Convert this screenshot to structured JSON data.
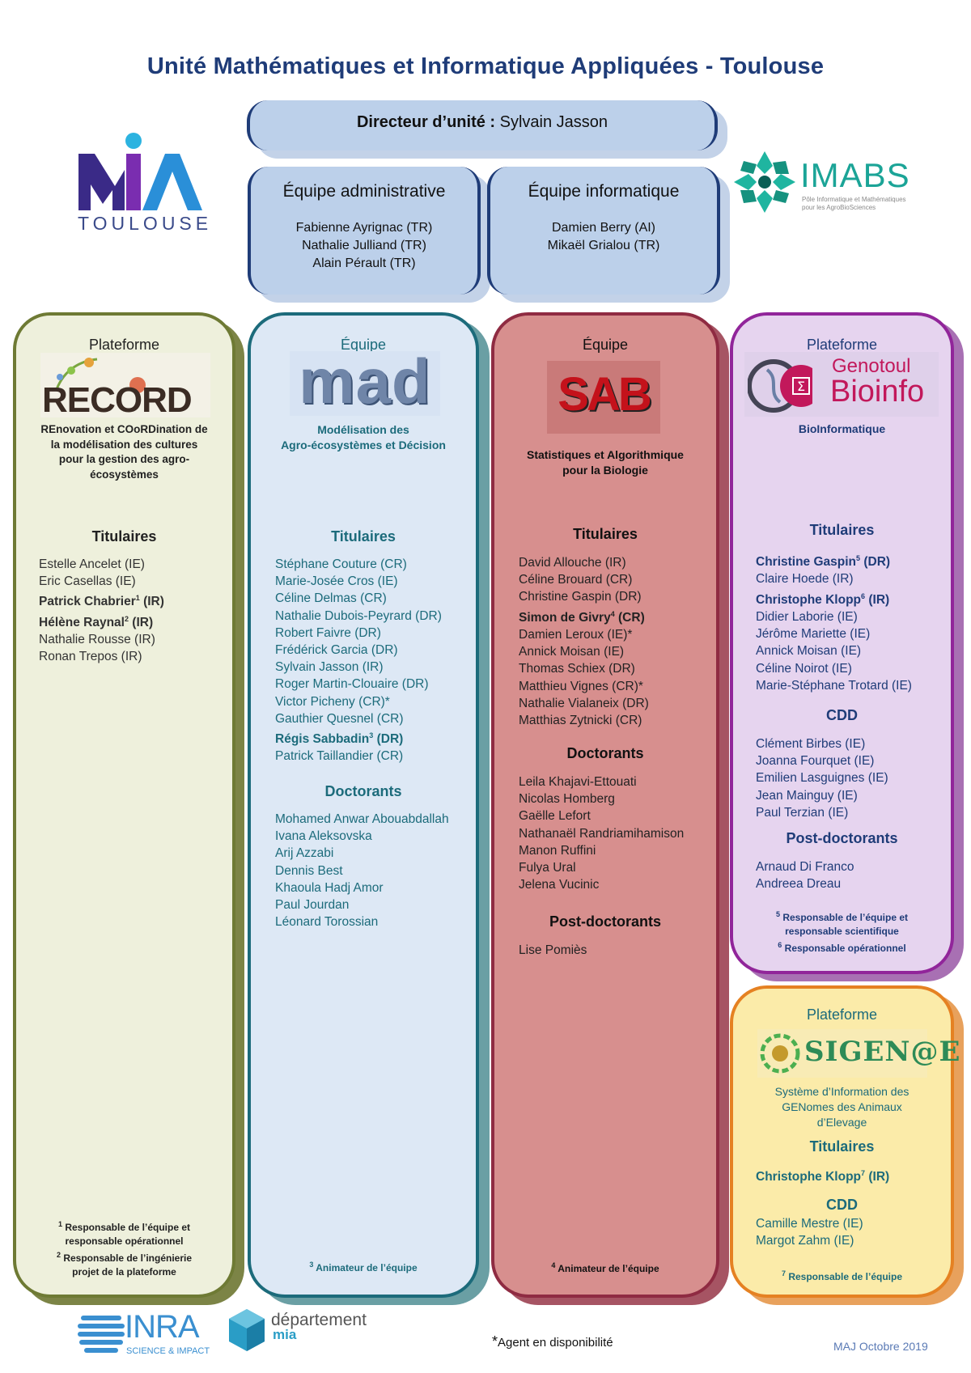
{
  "title": "Unité  Mathématiques et Informatique Appliquées - Toulouse",
  "director": {
    "label": "Directeur d’unité :",
    "name": "Sylvain Jasson"
  },
  "admin": {
    "heading": "Équipe administrative",
    "members": [
      "Fabienne Ayrignac (TR)",
      "Nathalie Julliand (TR)",
      "Alain Pérault (TR)"
    ]
  },
  "it": {
    "heading": "Équipe informatique",
    "members": [
      "Damien Berry (AI)",
      "Mikaël Grialou (TR)"
    ]
  },
  "logos": {
    "mia": {
      "text": "MIA",
      "subtext": "TOULOUSE"
    },
    "imabs": {
      "text": "IMABS",
      "subtext1": "Pôle Informatique et Mathématiques",
      "subtext2": "pour les AgroBioSciences"
    },
    "inra": {
      "text": "INRA",
      "subtext": "SCIENCE & IMPACT"
    },
    "dept": {
      "text1": "département",
      "text2": "mia"
    }
  },
  "record": {
    "type": "Plateforme",
    "logo_text": "RECORD",
    "description": [
      "REnovation et COoRDination de",
      "la modélisation des cultures",
      "pour la gestion des agro-",
      "écosystèmes"
    ],
    "titulaires_heading": "Titulaires",
    "titulaires": [
      {
        "name": "Estelle Ancelet (IE)",
        "bold": false,
        "sup": "",
        "suffix": ""
      },
      {
        "name": "Eric Casellas (IE)",
        "bold": false,
        "sup": "",
        "suffix": ""
      },
      {
        "name": "Patrick Chabrier",
        "bold": true,
        "sup": "1",
        "suffix": " (IR)"
      },
      {
        "name": "Hélène Raynal",
        "bold": true,
        "sup": "2",
        "suffix": " (IR)"
      },
      {
        "name": "Nathalie Rousse (IR)",
        "bold": false,
        "sup": "",
        "suffix": ""
      },
      {
        "name": "Ronan Trepos (IR)",
        "bold": false,
        "sup": "",
        "suffix": ""
      }
    ],
    "footnotes": [
      {
        "sup": "1",
        "text": " Responsable de l’équipe et"
      },
      {
        "sup": "",
        "text": "responsable opérationnel"
      },
      {
        "sup": "2",
        "text": " Responsable de l’ingénierie"
      },
      {
        "sup": "",
        "text": "projet de la plateforme"
      }
    ]
  },
  "mad": {
    "type": "Équipe",
    "logo_text": "mad",
    "description": [
      "Modélisation des",
      "Agro-écosystèmes et Décision"
    ],
    "titulaires_heading": "Titulaires",
    "titulaires": [
      {
        "name": "Stéphane Couture (CR)",
        "bold": false,
        "sup": "",
        "suffix": ""
      },
      {
        "name": "Marie-Josée Cros (IE)",
        "bold": false,
        "sup": "",
        "suffix": ""
      },
      {
        "name": "Céline Delmas (CR)",
        "bold": false,
        "sup": "",
        "suffix": ""
      },
      {
        "name": "Nathalie Dubois-Peyrard (DR)",
        "bold": false,
        "sup": "",
        "suffix": ""
      },
      {
        "name": "Robert Faivre (DR)",
        "bold": false,
        "sup": "",
        "suffix": ""
      },
      {
        "name": "Frédérick Garcia (DR)",
        "bold": false,
        "sup": "",
        "suffix": ""
      },
      {
        "name": "Sylvain Jasson (IR)",
        "bold": false,
        "sup": "",
        "suffix": ""
      },
      {
        "name": "Roger Martin-Clouaire (DR)",
        "bold": false,
        "sup": "",
        "suffix": ""
      },
      {
        "name": "Victor Picheny (CR)*",
        "bold": false,
        "sup": "",
        "suffix": ""
      },
      {
        "name": "Gauthier Quesnel (CR)",
        "bold": false,
        "sup": "",
        "suffix": ""
      },
      {
        "name": "Régis Sabbadin",
        "bold": true,
        "sup": "3",
        "suffix": " (DR)"
      },
      {
        "name": "Patrick Taillandier (CR)",
        "bold": false,
        "sup": "",
        "suffix": ""
      }
    ],
    "doctorants_heading": "Doctorants",
    "doctorants": [
      "Mohamed Anwar Abouabdallah",
      "Ivana Aleksovska",
      "Arij Azzabi",
      "Dennis Best",
      "Khaoula Hadj Amor",
      "Paul Jourdan",
      "Léonard Torossian"
    ],
    "footnote": {
      "sup": "3",
      "text": " Animateur de l’équipe"
    }
  },
  "sab": {
    "type": "Équipe",
    "logo_text": "SAB",
    "description": [
      "Statistiques et Algorithmique",
      "pour la Biologie"
    ],
    "titulaires_heading": "Titulaires",
    "titulaires": [
      {
        "name": "David Allouche (IR)",
        "bold": false,
        "sup": "",
        "suffix": ""
      },
      {
        "name": "Céline Brouard (CR)",
        "bold": false,
        "sup": "",
        "suffix": ""
      },
      {
        "name": "Christine Gaspin (DR)",
        "bold": false,
        "sup": "",
        "suffix": ""
      },
      {
        "name": "Simon de Givry",
        "bold": true,
        "sup": "4",
        "suffix": " (CR)"
      },
      {
        "name": "Damien Leroux (IE)*",
        "bold": false,
        "sup": "",
        "suffix": ""
      },
      {
        "name": "Annick Moisan (IE)",
        "bold": false,
        "sup": "",
        "suffix": ""
      },
      {
        "name": "Thomas Schiex (DR)",
        "bold": false,
        "sup": "",
        "suffix": ""
      },
      {
        "name": "Matthieu Vignes (CR)*",
        "bold": false,
        "sup": "",
        "suffix": ""
      },
      {
        "name": "Nathalie Vialaneix (DR)",
        "bold": false,
        "sup": "",
        "suffix": ""
      },
      {
        "name": "Matthias Zytnicki (CR)",
        "bold": false,
        "sup": "",
        "suffix": ""
      }
    ],
    "doctorants_heading": "Doctorants",
    "doctorants": [
      "Leila Khajavi-Ettouati",
      "Nicolas Homberg",
      "Gaëlle Lefort",
      "Nathanaël Randriamihamison",
      "Manon Ruffini",
      "Fulya Ural",
      "Jelena Vucinic"
    ],
    "postdoc_heading": "Post-doctorants",
    "postdocs": [
      "Lise Pomiès"
    ],
    "footnote": {
      "sup": "4",
      "text": " Animateur de l’équipe"
    }
  },
  "bioinfo": {
    "type": "Plateforme",
    "logo_text1": "Genotoul",
    "logo_text2": "Bioinfo",
    "description": [
      "BioInformatique"
    ],
    "titulaires_heading": "Titulaires",
    "titulaires": [
      {
        "name": "Christine Gaspin",
        "bold": true,
        "sup": "5",
        "suffix": " (DR)"
      },
      {
        "name": "Claire Hoede (IR)",
        "bold": false,
        "sup": "",
        "suffix": ""
      },
      {
        "name": "Christophe Klopp",
        "bold": true,
        "sup": "6",
        "suffix": " (IR)"
      },
      {
        "name": "Didier Laborie (IE)",
        "bold": false,
        "sup": "",
        "suffix": ""
      },
      {
        "name": "Jérôme Mariette (IE)",
        "bold": false,
        "sup": "",
        "suffix": ""
      },
      {
        "name": "Annick Moisan (IE)",
        "bold": false,
        "sup": "",
        "suffix": ""
      },
      {
        "name": "Céline Noirot (IE)",
        "bold": false,
        "sup": "",
        "suffix": ""
      },
      {
        "name": "Marie-Stéphane Trotard (IE)",
        "bold": false,
        "sup": "",
        "suffix": ""
      }
    ],
    "cdd_heading": "CDD",
    "cdd": [
      "Clément Birbes (IE)",
      "Joanna Fourquet (IE)",
      "Emilien Lasguignes (IE)",
      "Jean Mainguy (IE)",
      "Paul Terzian (IE)"
    ],
    "postdoc_heading": "Post-doctorants",
    "postdocs": [
      "Arnaud Di Franco",
      "Andreea Dreau"
    ],
    "footnotes": [
      {
        "sup": "5",
        "text": " Responsable de l’équipe et"
      },
      {
        "sup": "",
        "text": "responsable scientifique"
      },
      {
        "sup": "6",
        "text": " Responsable opérationnel"
      }
    ]
  },
  "sigenae": {
    "type": "Plateforme",
    "logo_text": "SIGEN@E",
    "description": [
      "Système d’Information des",
      "GENomes des Animaux",
      "d’Elevage"
    ],
    "titulaires_heading": "Titulaires",
    "titulaires": [
      {
        "name": "Christophe Klopp",
        "bold": true,
        "sup": "7",
        "suffix": " (IR)"
      }
    ],
    "cdd_heading": "CDD",
    "cdd": [
      "Camille Mestre (IE)",
      "Margot Zahm (IE)"
    ],
    "footnote": {
      "sup": "7",
      "text": " Responsable de l’équipe"
    }
  },
  "footer": {
    "note_star": "*",
    "note": "Agent en disponibilité",
    "updated": "MAJ Octobre 2019"
  },
  "colors": {
    "title": "#1f3c78",
    "record": "#6e7a34",
    "mad": "#1c6b7b",
    "sab": "#8f2b42",
    "bioinfo": "#91259a",
    "sigenae": "#e58122"
  }
}
